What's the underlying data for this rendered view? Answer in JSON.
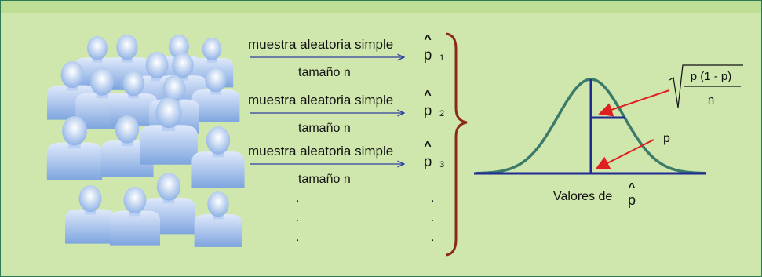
{
  "samples": [
    {
      "method_label": "muestra aleatoria simple",
      "size_label": "tamaño n",
      "estimator": "p",
      "subscript": "1"
    },
    {
      "method_label": "muestra aleatoria simple",
      "size_label": "tamaño n",
      "estimator": "p",
      "subscript": "2"
    },
    {
      "method_label": "muestra aleatoria simple",
      "size_label": "tamaño n",
      "estimator": "p",
      "subscript": "3"
    }
  ],
  "ellipsis_dots": [
    ".",
    ".",
    "."
  ],
  "distribution": {
    "sd_numerator": "p (1 - p)",
    "sd_denominator": "n",
    "mean_label": "p",
    "axis_label": "Valores de",
    "axis_symbol": "p"
  },
  "colors": {
    "background": "#cfe7ad",
    "population_figures": "#8fb2e6",
    "sample_arrows": "#2f3e9e",
    "brace": "#8b2a1c",
    "curve": "#3c7a6a",
    "axis_and_lines": "#1f2a96",
    "pointer_arrows": "#e02020"
  }
}
